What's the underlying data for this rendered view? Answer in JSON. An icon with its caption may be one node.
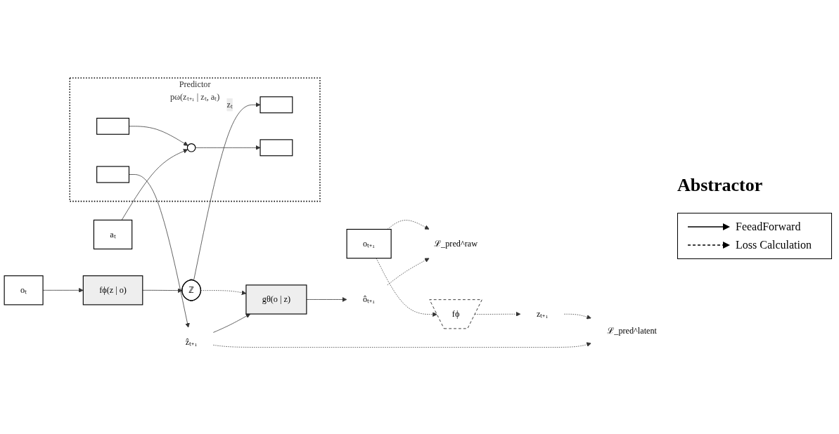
{
  "diagram": {
    "nodes": [
      {
        "text": [
          "oₜ₊₁"
        ]
      },
      {
        "text": [
          "oₜ"
        ]
      },
      {
        "text": [
          "aₜ"
        ]
      },
      {
        "text": [
          "fϕ(z | o)"
        ]
      },
      {
        "text": [
          "ℤ"
        ]
      },
      {
        "text": [
          "gθ(o | z)"
        ]
      },
      {
        "text": [
          "ôₜ₊₁"
        ]
      },
      {
        "text": [
          "ℒ_pred^raw"
        ]
      },
      {
        "text": [
          "Predictor",
          "pω(zₜ₊₁ | zₜ, aₜ)"
        ]
      },
      {
        "text": [],
        "shape": "bar",
        "in": 8
      },
      {
        "text": [],
        "shape": "bar",
        "in": 8
      },
      {
        "text": [],
        "shape": "circle",
        "in": 8
      },
      {
        "text": [],
        "shape": "bar",
        "in": 8
      },
      {
        "text": [],
        "shape": "bar",
        "in": 8
      },
      {
        "text": [
          "ẑₜ₊₁"
        ]
      },
      {
        "text": [
          "fϕ"
        ]
      },
      {
        "text": [
          "zₜ₊₁"
        ]
      },
      {
        "text": [
          "ℒ_pred^latent"
        ]
      }
    ],
    "edges": [
      {
        "from": 0,
        "to": 7,
        "arrow": "to",
        "style": "dashed"
      },
      {
        "from": 6,
        "to": 7,
        "arrow": "to",
        "style": "dashed"
      },
      {
        "from": 0,
        "to": 15,
        "arrow": "to",
        "style": "dashed"
      },
      {
        "from": 1,
        "to": 3,
        "arrow": "to"
      },
      {
        "from": 3,
        "to": 4,
        "arrow": "to"
      },
      {
        "from": 4,
        "to": 5,
        "arrow": "to",
        "style": "dashed"
      },
      {
        "from": 5,
        "to": 6,
        "arrow": "to"
      },
      {
        "from": 4,
        "to": 9,
        "arrow": "to",
        "label": "zₜ"
      },
      {
        "from": 10,
        "to": 11,
        "arrow": "to"
      },
      {
        "from": 2,
        "to": 11,
        "arrow": "to"
      },
      {
        "from": 11,
        "to": 12,
        "arrow": "to"
      },
      {
        "from": 13,
        "to": 14,
        "arrow": "to"
      },
      {
        "from": 14,
        "to": 5,
        "arrow": "to"
      },
      {
        "from": 15,
        "to": 16,
        "arrow": "to",
        "style": "dashed"
      },
      {
        "from": 16,
        "to": 17,
        "arrow": "to",
        "style": "dashed"
      },
      {
        "from": 14,
        "to": 17,
        "arrow": "to",
        "style": "dashed"
      }
    ],
    "labels": [
      "Abstractor"
    ],
    "legend": [
      {
        "text": "FeeadForward"
      },
      {
        "text": "Loss Calculation"
      }
    ]
  }
}
